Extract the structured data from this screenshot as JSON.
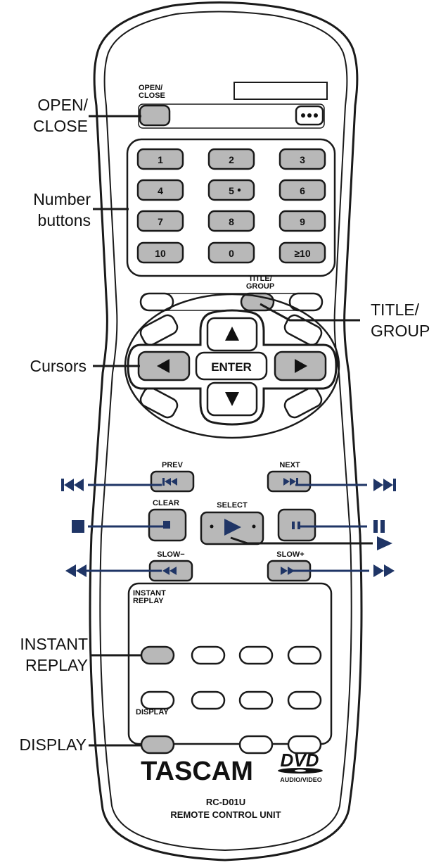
{
  "callouts": {
    "open_close": "OPEN/\nCLOSE",
    "number_buttons": "Number\nbuttons",
    "title_group": "TITLE/\nGROUP",
    "cursors": "Cursors",
    "instant_replay": "INSTANT\nREPLAY",
    "display": "DISPLAY"
  },
  "remote": {
    "open_close_label": "OPEN/\nCLOSE",
    "number_keys": [
      "1",
      "2",
      "3",
      "4",
      "5",
      "6",
      "7",
      "8",
      "9",
      "10",
      "0",
      "≥10"
    ],
    "title_group_label": "TITLE/\nGROUP",
    "enter": "ENTER",
    "prev": "PREV",
    "next": "NEXT",
    "clear": "CLEAR",
    "select": "SELECT",
    "slow_minus": "SLOW−",
    "slow_plus": "SLOW+",
    "instant_replay_label": "INSTANT\nREPLAY",
    "display_label": "DISPLAY",
    "brand": "TASCAM",
    "dvd_logo": "DVD",
    "dvd_sub": "AUDIO/VIDEO",
    "model": "RC-D01U",
    "unit_name": "REMOTE CONTROL UNIT"
  },
  "colors": {
    "accent": "#1f3566",
    "button_gray": "#b8b8b8",
    "outline": "#1a1a1a"
  },
  "icons": {
    "open_close_extra": "ellipsis-icon",
    "cursor_up": "up-arrow-icon",
    "cursor_down": "down-arrow-icon",
    "cursor_left": "left-arrow-icon",
    "cursor_right": "right-arrow-icon",
    "skip_back": "skip-back-icon",
    "skip_forward": "skip-forward-icon",
    "stop": "stop-icon",
    "play": "play-icon",
    "pause": "pause-icon",
    "rewind": "rewind-icon",
    "fast_forward": "fast-forward-icon"
  }
}
